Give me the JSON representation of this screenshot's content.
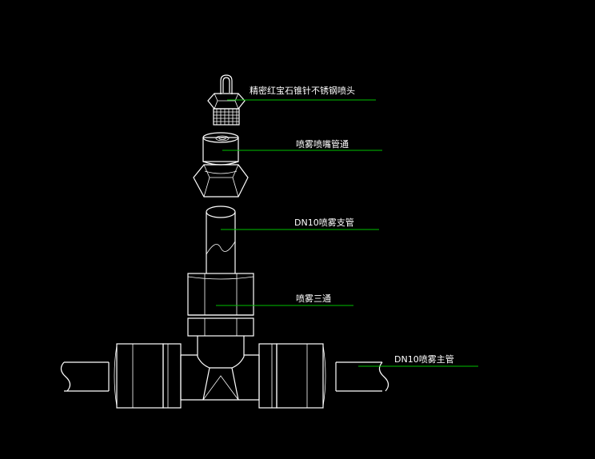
{
  "labels": {
    "nozzle": "精密红宝石锥针不锈钢喷头",
    "nozzle_fitting": "喷雾喷嘴管通",
    "branch_pipe": "DN10喷雾支管",
    "tee": "喷雾三通",
    "main_pipe": "DN10喷雾主管"
  },
  "colors": {
    "background": "#000000",
    "line": "#ffffff",
    "leader": "#00c000"
  }
}
